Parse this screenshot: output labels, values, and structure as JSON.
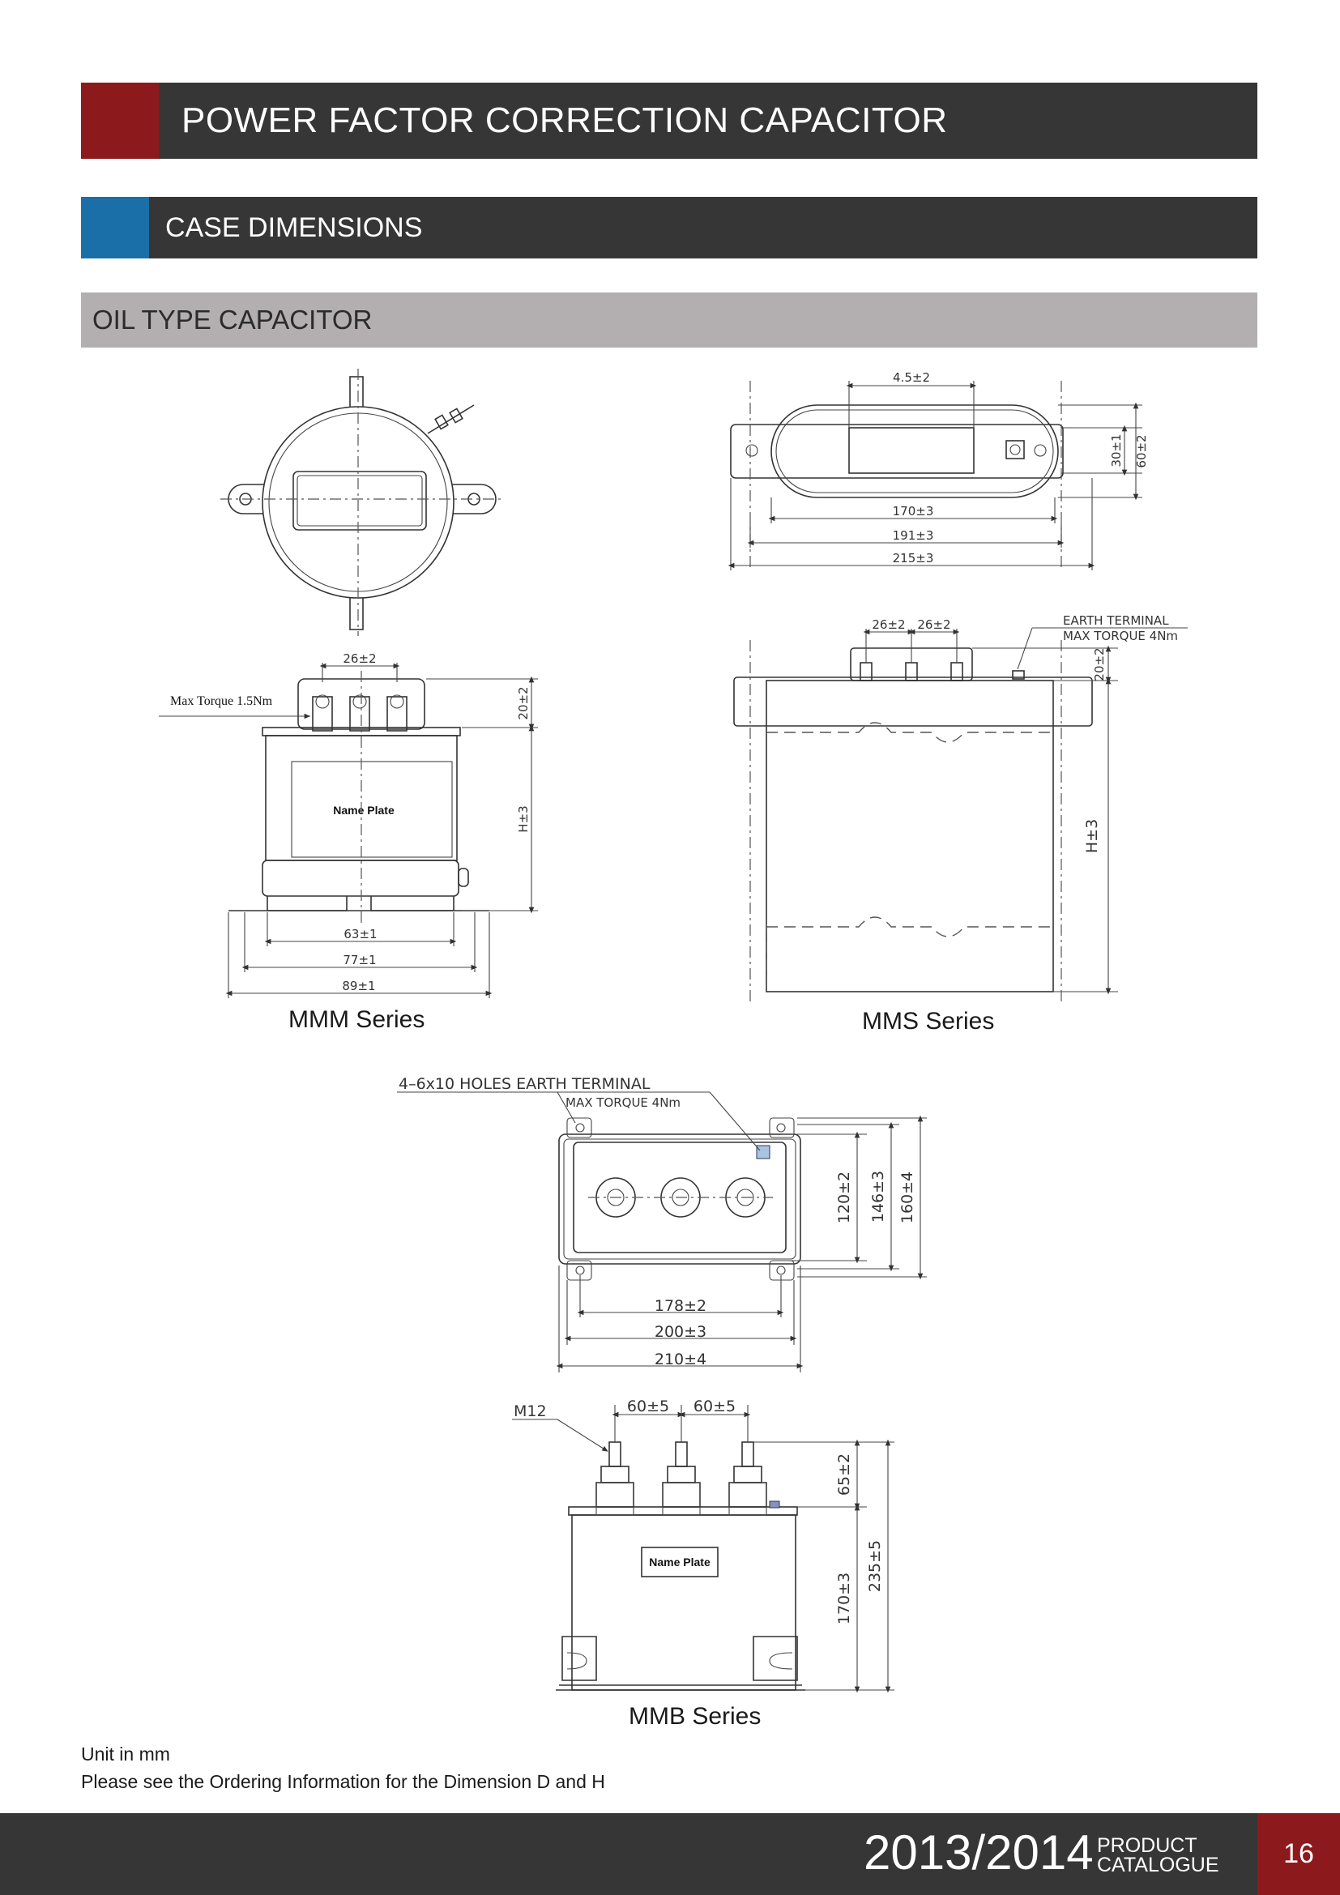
{
  "header": {
    "title": "POWER FACTOR CORRECTION CAPACITOR",
    "section": "CASE DIMENSIONS",
    "subsection": "OIL TYPE CAPACITOR"
  },
  "mmm": {
    "series_label": "MMM Series",
    "torque_label": "Max Torque 1.5Nm",
    "name_plate": "Name Plate",
    "dims": {
      "terminal_pitch": "26±2",
      "terminal_height": "20±2",
      "height": "H±3",
      "w1": "63±1",
      "w2": "77±1",
      "w3": "89±1"
    }
  },
  "mms": {
    "series_label": "MMS Series",
    "earth_terminal": "EARTH TERMINAL",
    "max_torque": "MAX TORQUE 4Nm",
    "dims": {
      "top": "4.5±2",
      "h1": "30±1",
      "h2": "60±2",
      "w1": "170±3",
      "w2": "191±3",
      "w3": "215±3",
      "pitch1": "26±2",
      "pitch2": "26±2",
      "terminal_height": "20±2",
      "height": "H±3"
    }
  },
  "mmb": {
    "series_label": "MMB Series",
    "holes": "4–6x10 HOLES EARTH TERMINAL",
    "max_torque": "MAX TORQUE 4Nm",
    "name_plate": "Name Plate",
    "bolt": "M12",
    "dims": {
      "d120": "120±2",
      "d146": "146±3",
      "d160": "160±4",
      "d178": "178±2",
      "d200": "200±3",
      "d210": "210±4",
      "pitch1": "60±5",
      "pitch2": "60±5",
      "terminal_height": "65±2",
      "body_height": "170±3",
      "total_height": "235±5"
    }
  },
  "notes": {
    "unit": "Unit in mm",
    "ordering": "Please see the Ordering Information for the Dimension D and H"
  },
  "footer": {
    "year": "2013/2014",
    "catalogue_line1": "PRODUCT",
    "catalogue_line2": "CATALOGUE",
    "page": "16"
  },
  "colors": {
    "dark_bar": "#363636",
    "red_accent": "#8c1a1d",
    "blue_accent": "#1a6fa8",
    "gray_bar": "#b3aeaf"
  }
}
